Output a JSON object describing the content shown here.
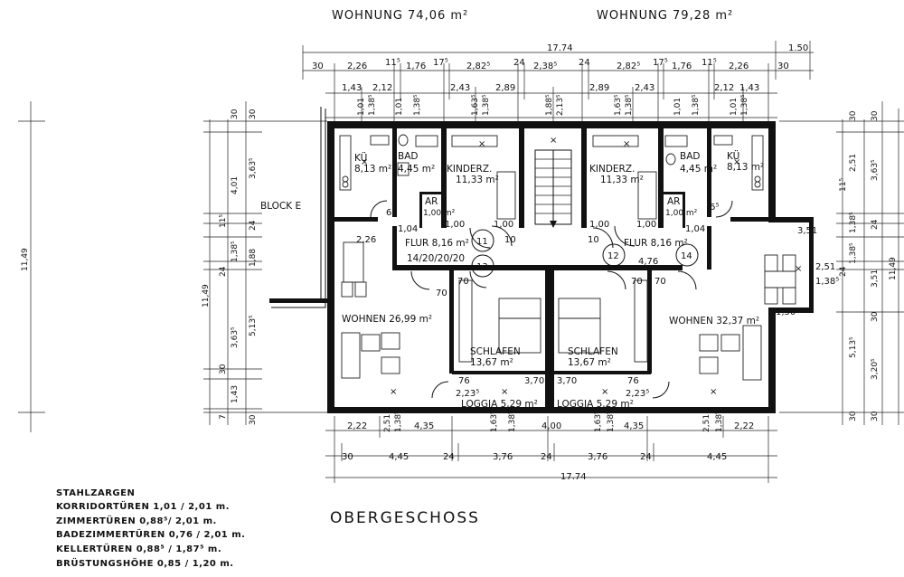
{
  "headers": {
    "left_unit": "WOHNUNG  74,06 m²",
    "right_unit": "WOHNUNG  79,28 m²"
  },
  "block_label": "BLOCK E",
  "floor_title": "OBERGESCHOSS",
  "rooms": {
    "kue_left": "KÜ",
    "kue_left_area": "8,13 m²",
    "bad_left": "BAD",
    "bad_left_area": "4,45 m²",
    "kinderz_left": "KINDERZ.",
    "kinderz_left_area": "11,33 m²",
    "ar_left": "AR",
    "ar_left_area": "1,00 m²",
    "kinderz_right": "KINDERZ.",
    "kinderz_right_area": "11,33 m²",
    "bad_right": "BAD",
    "bad_right_area": "4,45 m²",
    "kue_right": "KÜ",
    "kue_right_area": "8,13 m²",
    "ar_right": "AR",
    "ar_right_area": "1,00 m²",
    "flur_left": "FLUR 8,16 m²",
    "flur_right": "FLUR 8,16 m²",
    "stairs_dims": "14/20/20/20",
    "wohnen_left": "WOHNEN 26,99 m²",
    "wohnen_right": "WOHNEN 32,37 m²",
    "schlafen_left": "SCHLAFEN",
    "schlafen_left_area": "13,67 m²",
    "schlafen_right": "SCHLAFEN",
    "schlafen_right_area": "13,67 m²",
    "loggia_left": "LOGGIA 5,29 m²",
    "loggia_right": "LOGGIA 5,29 m²"
  },
  "door_marks": [
    "11",
    "12",
    "13",
    "14"
  ],
  "top_dims": {
    "overall": "17.74",
    "corner": "1.50",
    "row1": [
      "30",
      "2,26",
      "11⁵",
      "1,76",
      "17⁵",
      "2,82⁵",
      "24",
      "2,38⁵",
      "24",
      "2,82⁵",
      "17⁵",
      "1,76",
      "11⁵",
      "2,26",
      "30"
    ],
    "row2": [
      "1,43",
      "2,12",
      "2,43",
      "2,89",
      "2,89",
      "2,43",
      "2,12",
      "1,43"
    ],
    "openings": [
      "1,01",
      "1,38⁵",
      "1,01",
      "1,38⁵",
      "1,63⁵",
      "1,38⁵",
      "1,88⁵",
      "2,13⁵",
      "1,63⁵",
      "1,38⁵",
      "1,01",
      "1,38⁵",
      "1,01",
      "1,38⁵"
    ]
  },
  "bottom_dims": {
    "row1": [
      "2,22",
      "4,35",
      "4,00",
      "4,35",
      "2,22"
    ],
    "row2": [
      "30",
      "4,45",
      "24",
      "3,76",
      "24",
      "3,76",
      "24",
      "4,45"
    ],
    "overall": "17.74",
    "openings": [
      "2,51",
      "1,38⁵",
      "1,63⁵",
      "1,38⁵",
      "1,63⁵",
      "1,38⁵",
      "2,51",
      "1,38⁵"
    ]
  },
  "left_dims": {
    "overall": "11,49",
    "far_overall": "11,49",
    "segments": [
      "30",
      "4,01",
      "11⁵",
      "1,38⁵",
      "24",
      "1,88",
      "24",
      "5,13⁵",
      "30",
      "1,43",
      "7"
    ],
    "inner": [
      "3,63⁵",
      "3,63⁵"
    ]
  },
  "right_dims": {
    "overall": "11,49",
    "segments": [
      "30",
      "30",
      "2,51",
      "3,63⁵",
      "11⁵",
      "1,38⁵",
      "24",
      "1,38⁵",
      "24",
      "3,51",
      "30",
      "5,13⁵",
      "3,20⁵",
      "30",
      "30"
    ]
  },
  "inner_dims": {
    "door6_left": "6⁵",
    "door6_right": "6⁵",
    "flur_w_left": "1,04",
    "flur_w_right": "1,04",
    "ar_w": [
      "1,00",
      "1,00",
      "1,00",
      "1,00"
    ],
    "wohnen_w": "2,26",
    "door70": [
      "70",
      "70",
      "70",
      "70"
    ],
    "stairs_10": [
      "10",
      "10"
    ],
    "flur_476": "4,76",
    "loggia_76": [
      "76",
      "76"
    ],
    "loggia_223": [
      "2,23⁵",
      "2,23⁵"
    ],
    "loggia_370": [
      "3,70",
      "3,70"
    ],
    "balcony": [
      "3,51",
      "2,51",
      "1,38⁵",
      "1,50"
    ]
  },
  "notes": [
    "STAHLZARGEN",
    "KORRIDORTÜREN 1,01 / 2,01 m.",
    "ZIMMERTÜREN  0,88⁵/ 2,01 m.",
    "BADEZIMMERTÜREN  0,76 / 2,01 m.",
    "KELLERTÜREN  0,88⁵ / 1,87⁵ m.",
    "BRÜSTUNGSHÖHE  0,85 / 1,20 m."
  ]
}
